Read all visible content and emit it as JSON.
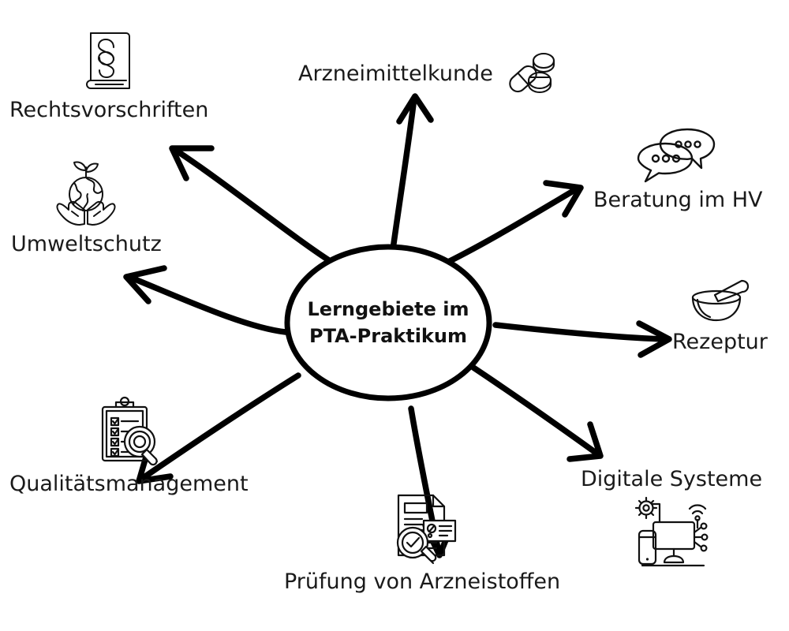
{
  "diagram": {
    "title": "Lerngebiete im PTA-Praktikum",
    "center": {
      "line1": "Lerngebiete im",
      "line2": "PTA-Praktikum",
      "shape": "ellipse",
      "stroke_color": "#000000",
      "fill_color": "#ffffff"
    },
    "style": {
      "background": "#ffffff",
      "text_color": "#1a1a1a",
      "arrow_color": "#000000",
      "icon_stroke": "#111111"
    },
    "nodes": [
      {
        "id": "arzneimittelkunde",
        "label": "Arzneimittelkunde",
        "icon": "pills-icon",
        "direction": "up"
      },
      {
        "id": "rechtsvorschriften",
        "label": "Rechtsvorschriften",
        "icon": "law-book-paragraph-icon",
        "direction": "upper-left"
      },
      {
        "id": "umweltschutz",
        "label": "Umweltschutz",
        "icon": "hands-holding-earth-sprout-icon",
        "direction": "left"
      },
      {
        "id": "beratung",
        "label": "Beratung im HV",
        "icon": "speech-bubbles-icon",
        "direction": "upper-right"
      },
      {
        "id": "rezeptur",
        "label": "Rezeptur",
        "icon": "mortar-and-pestle-icon",
        "direction": "right"
      },
      {
        "id": "digitale-systeme",
        "label": "Digitale Systeme",
        "icon": "monitor-gear-wifi-icon",
        "direction": "lower-right"
      },
      {
        "id": "pruefung",
        "label": "Prüfung von Arzneistoffen",
        "icon": "document-magnifier-check-icon",
        "direction": "down"
      },
      {
        "id": "qualitaetsmanagement",
        "label": "Qualitätsmanagement",
        "icon": "clipboard-checklist-magnifier-icon",
        "direction": "lower-left"
      }
    ]
  }
}
